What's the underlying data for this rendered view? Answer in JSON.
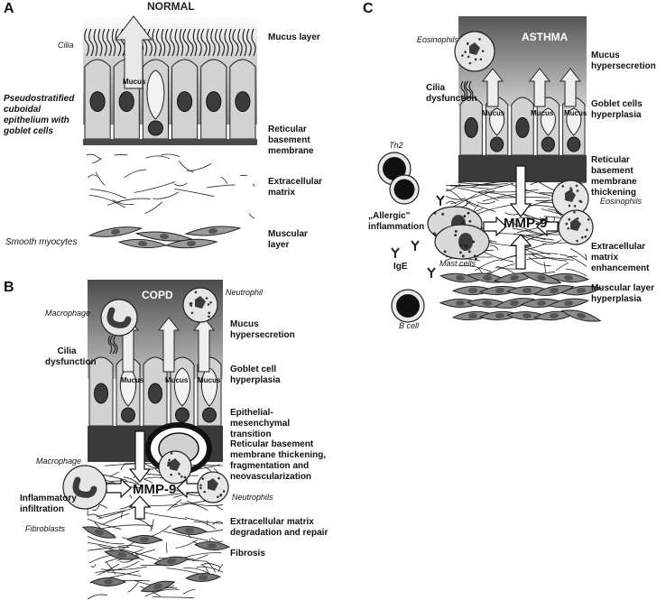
{
  "panels": {
    "a": {
      "letter": "A",
      "title": "NORMAL",
      "left_labels": {
        "cilia": "Cilia",
        "epithelium": "Pseudostratified cuboidal epithelium with goblet cells",
        "myocytes": "Smooth myocytes"
      },
      "right_labels": {
        "mucus_layer": "Mucus layer",
        "basement": "Reticular basement membrane",
        "ecm": "Extracellular matrix",
        "muscular": "Muscular layer"
      },
      "mucus": "Mucus"
    },
    "b": {
      "letter": "B",
      "title": "COPD",
      "cells": {
        "macrophage_top": "Macrophage",
        "neutrophil": "Neutrophil",
        "macrophage_left": "Macrophage",
        "neutrophils": "Neutrophils",
        "fibroblasts": "Fibroblasts"
      },
      "left_labels": {
        "cilia": "Cilia dysfunction",
        "inflammatory": "Inflammatory infiltration"
      },
      "right_labels": {
        "mucus": "Mucus hypersecretion",
        "goblet": "Goblet cell hyperplasia",
        "emt": "Epithelial-mesenchymal transition",
        "basement": "Reticular basement membrane thickening, fragmentation and neovascularization",
        "ecm": "Extracellular matrix degradation and repair",
        "fibrosis": "Fibrosis"
      },
      "mucus": "Mucus",
      "mmp": "MMP-9"
    },
    "c": {
      "letter": "C",
      "title": "ASTHMA",
      "cells": {
        "eosinophils_top": "Eosinophils",
        "th2": "Th2",
        "allergic": "„Allergic\" inflammation",
        "mast": "Mast cells",
        "ige": "IgE",
        "bcell": "B cell",
        "eosinophils_right": "Eosinophils"
      },
      "left_labels": {
        "cilia": "Cilia dysfunction"
      },
      "right_labels": {
        "mucus": "Mucus hypersecretion",
        "goblet": "Goblet cells hyperplasia",
        "basement": "Reticular basement membrane thickening",
        "ecm": "Extracellular matrix enhancement",
        "muscular": "Muscular layer hyperplasia"
      },
      "mucus": "Mucus",
      "mmp": "MMP-9"
    }
  },
  "colors": {
    "ink": "#111111",
    "cell_fill": "#d2d2d2",
    "nucleus": "#3c3c3c",
    "basement": "#4a4a4a",
    "mucus_dark": "#5a5a5a",
    "myocyte": "#9a9a9a"
  }
}
